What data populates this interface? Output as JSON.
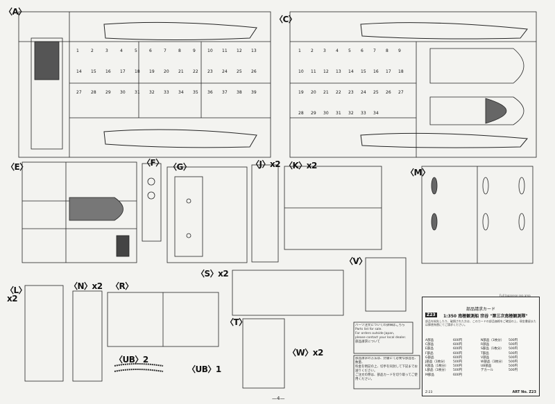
{
  "sprues": [
    {
      "id": "A",
      "label": "〈A〉"
    },
    {
      "id": "C",
      "label": "〈C〉"
    },
    {
      "id": "E",
      "label": "〈E〉"
    },
    {
      "id": "F",
      "label": "〈F〉"
    },
    {
      "id": "G",
      "label": "〈G〉"
    },
    {
      "id": "J",
      "label": "〈J〉x2"
    },
    {
      "id": "K",
      "label": "〈K〉x2"
    },
    {
      "id": "M",
      "label": "〈M〉"
    },
    {
      "id": "S",
      "label": "〈S〉x2"
    },
    {
      "id": "V",
      "label": "〈V〉"
    },
    {
      "id": "L",
      "label": "〈L〉"
    },
    {
      "id": "L2",
      "label": "x2"
    },
    {
      "id": "N",
      "label": "〈N〉x2"
    },
    {
      "id": "R",
      "label": "〈R〉"
    },
    {
      "id": "T",
      "label": "〈T〉"
    },
    {
      "id": "W",
      "label": "〈W〉x2"
    },
    {
      "id": "UB2",
      "label": "〈UB〉2"
    },
    {
      "id": "UB1",
      "label": "〈UB〉1"
    }
  ],
  "part_numbers": {
    "A": [
      "1",
      "2",
      "3",
      "4",
      "5",
      "6",
      "7",
      "8",
      "9",
      "10",
      "11",
      "12",
      "13",
      "14",
      "15",
      "16",
      "17",
      "18",
      "19",
      "20",
      "21",
      "22",
      "23",
      "24",
      "25",
      "26",
      "27",
      "28",
      "29",
      "30",
      "31",
      "32",
      "33",
      "34",
      "35",
      "36",
      "37",
      "38",
      "39"
    ],
    "C": [
      "1",
      "2",
      "3",
      "4",
      "5",
      "6",
      "7",
      "8",
      "9",
      "10",
      "11",
      "12",
      "13",
      "14",
      "15",
      "16",
      "17",
      "18",
      "19",
      "20",
      "21",
      "22",
      "23",
      "24",
      "25",
      "26",
      "27",
      "28",
      "29",
      "30",
      "31",
      "32",
      "33",
      "34"
    ]
  },
  "notes": {
    "box1": "パーツ注文についての詳細はこちら\nParts list for sale.\nFor orders outside Japan,\nplease contact your local dealer.\n部品請求について",
    "box2": "部品請求の方法は、封書にて必要な部品名、数量、\n料金を明記の上、切手を同封して下記までお送りください。\nご注文の際は、部品カードを切り取ってご使用ください。"
  },
  "price_card": {
    "header": "部品請求カード",
    "code": "Z23",
    "title": "1:350 南極観測船 宗谷 \"第三次南極観測隊\"",
    "desc": "部品を紛失したり、破損された方は、このカードの部品価格をご確認の上、現金書留または郵便為替にてご請求ください。",
    "rows": [
      {
        "a": "A部品",
        "b": "600円",
        "c": "N部品（1枚分）",
        "d": "500円"
      },
      {
        "a": "C部品",
        "b": "600円",
        "c": "R部品",
        "d": "500円"
      },
      {
        "a": "E部品",
        "b": "600円",
        "c": "S部品（1枚分）",
        "d": "500円"
      },
      {
        "a": "F部品",
        "b": "600円",
        "c": "T部品",
        "d": "500円"
      },
      {
        "a": "G部品",
        "b": "600円",
        "c": "V部品",
        "d": "500円"
      },
      {
        "a": "J部品（1枚分）",
        "b": "500円",
        "c": "W部品（1枚分）",
        "d": "500円"
      },
      {
        "a": "K部品（1枚分）",
        "b": "500円",
        "c": "UB部品",
        "d": "500円"
      },
      {
        "a": "L部品（1枚分）",
        "b": "500円",
        "c": "デカール",
        "d": "500円"
      },
      {
        "a": "M部品",
        "b": "600円",
        "c": "",
        "d": ""
      }
    ],
    "footer": "ART No. Z23",
    "left_note": "Z-23"
  },
  "page_number": "—4—",
  "copyright": "Full Japanese sea area"
}
